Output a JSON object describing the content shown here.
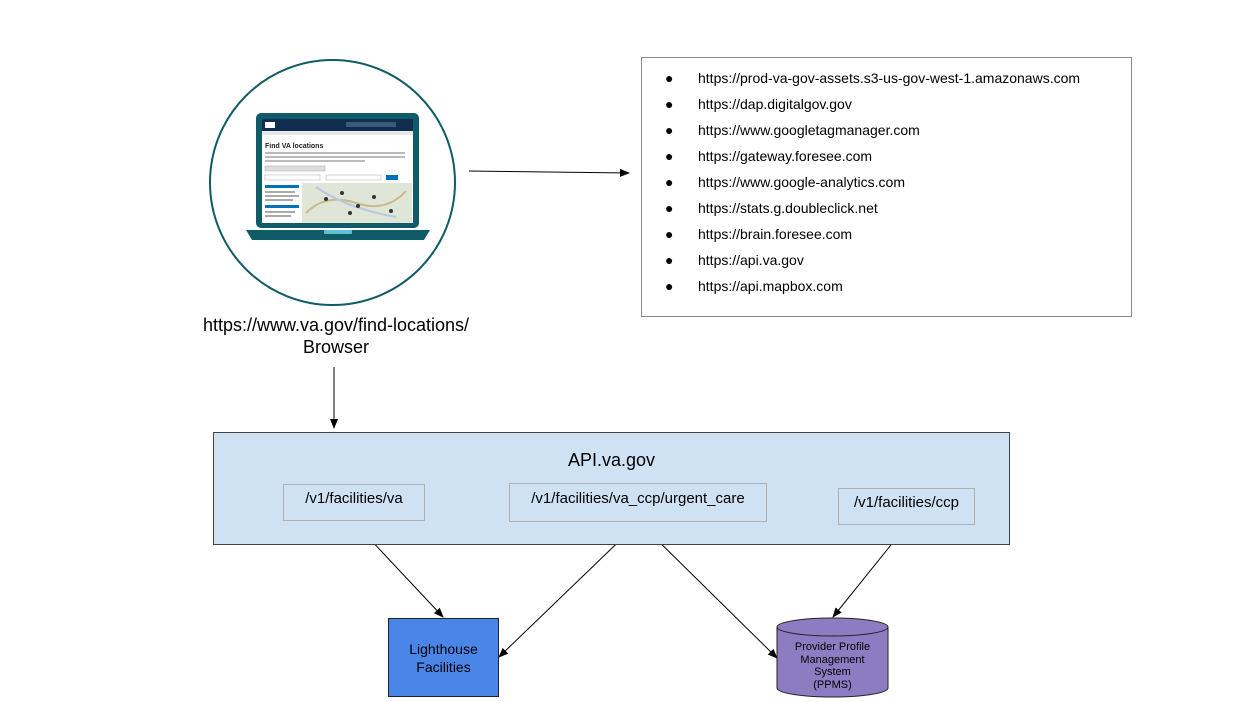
{
  "browser": {
    "url": "https://www.va.gov/find-locations/",
    "label": "Browser",
    "icon": "laptop-icon",
    "screen_title": "Find VA locations"
  },
  "domains": [
    "https://prod-va-gov-assets.s3-us-gov-west-1.amazonaws.com",
    "https://dap.digitalgov.gov",
    "https://www.googletagmanager.com",
    "https://gateway.foresee.com",
    "https://www.google-analytics.com",
    "https://stats.g.doubleclick.net",
    "https://brain.foresee.com",
    "https://api.va.gov",
    "https://api.mapbox.com"
  ],
  "api": {
    "title": "API.va.gov",
    "endpoints": {
      "va": "/v1/facilities/va",
      "va_ccp_urgent_care": "/v1/facilities/va_ccp/urgent_care",
      "ccp": "/v1/facilities/ccp"
    }
  },
  "lighthouse": {
    "line1": "Lighthouse",
    "line2": "Facilities"
  },
  "ppms": {
    "line1": "Provider Profile",
    "line2": "Management",
    "line3": "System",
    "line4": "(PPMS)"
  },
  "colors": {
    "api_fill": "#cfe2f3",
    "lighthouse_fill": "#4a86e8",
    "ppms_fill": "#8e7cc3",
    "laptop": "#0f5c68"
  }
}
